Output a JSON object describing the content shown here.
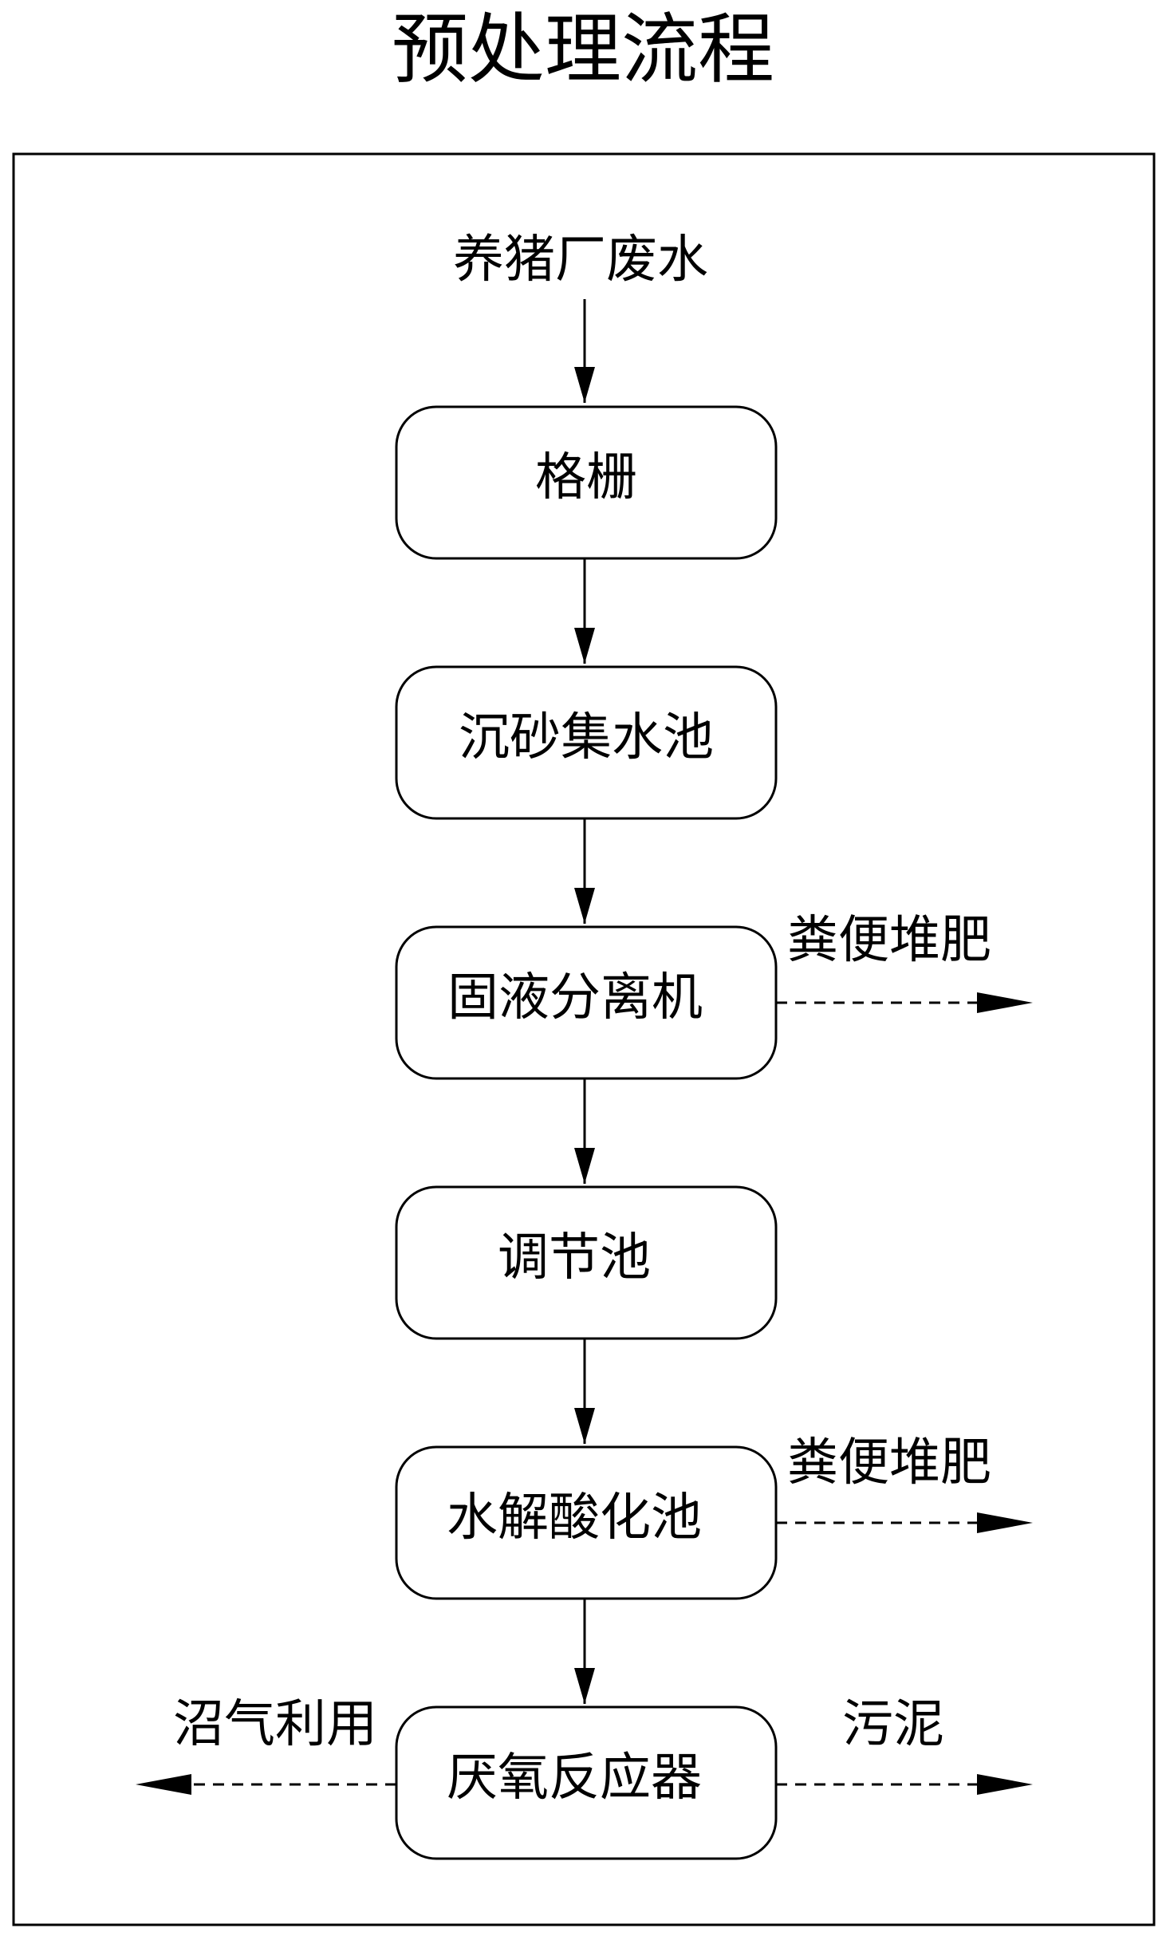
{
  "title": "预处理流程",
  "input": "养猪厂废水",
  "steps": [
    {
      "label": "格栅"
    },
    {
      "label": "沉砂集水池"
    },
    {
      "label": "固液分离机",
      "right_output": "粪便堆肥"
    },
    {
      "label": "调节池"
    },
    {
      "label": "水解酸化池",
      "right_output": "粪便堆肥"
    },
    {
      "label": "厌氧反应器",
      "right_output": "污泥",
      "left_output": "沼气利用"
    }
  ]
}
